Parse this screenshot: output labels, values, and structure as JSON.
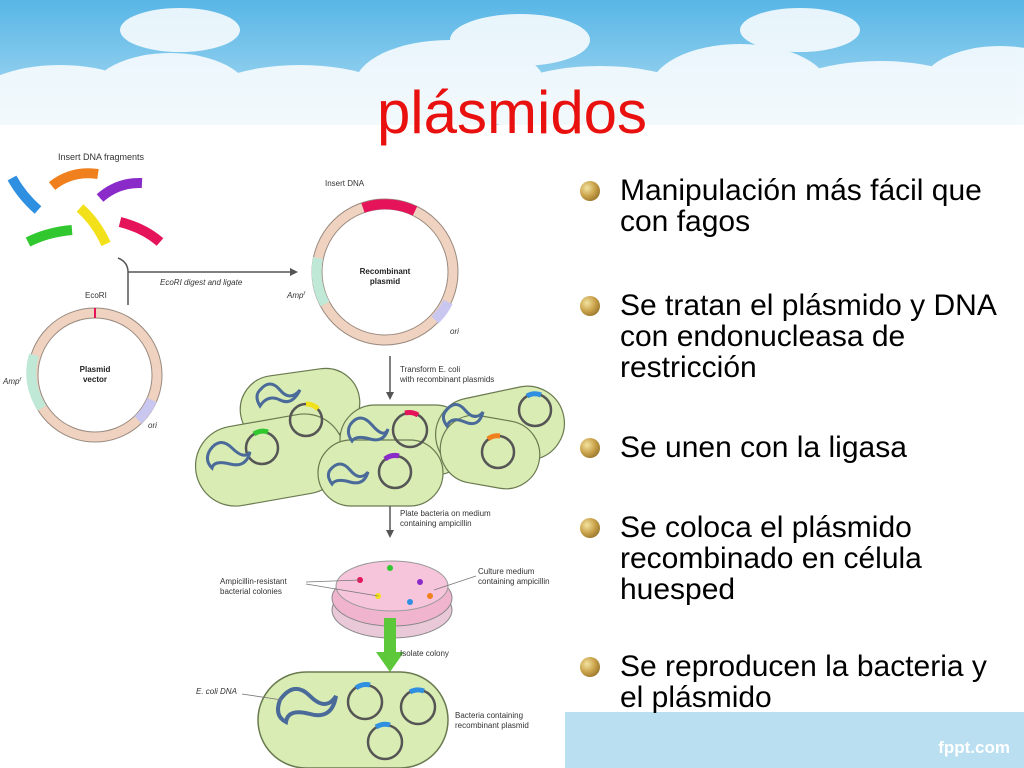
{
  "slide": {
    "title": "plásmidos",
    "brand": "fppt.com",
    "bullets": [
      "Manipulación más fácil que con fagos",
      "Se tratan el plásmido y DNA con endonucleasa de restricción",
      "Se unen con la ligasa",
      "Se coloca el plásmido recombinado en célula huesped",
      "Se reproducen la bacteria y el plásmido"
    ]
  },
  "diagram": {
    "insert_fragments_label": "Insert DNA fragments",
    "insert_dna_label": "Insert DNA",
    "digest_label": "EcoRI digest and ligate",
    "ecori_label": "EcoRI",
    "ampr_label": "Amp",
    "ampr_sup": "r",
    "ori_label": "ori",
    "plasmid_vector_line1": "Plasmid",
    "plasmid_vector_line2": "vector",
    "recombinant_line1": "Recombinant",
    "recombinant_line2": "plasmid",
    "transform_line1": "Transform E. coli",
    "transform_line2": "with recombinant plasmids",
    "plate_line1": "Plate bacteria on medium",
    "plate_line2": "containing ampicillin",
    "resistant_line1": "Ampicillin-resistant",
    "resistant_line2": "bacterial colonies",
    "medium_line1": "Culture medium",
    "medium_line2": "containing ampicillin",
    "isolate_label": "Isolate colony",
    "ecoli_dna_label": "E. coli DNA",
    "containing_line1": "Bacteria containing",
    "containing_line2": "recombinant plasmid"
  },
  "colors": {
    "title": "#e8110f",
    "fragments": [
      "#2f8fe0",
      "#f07f1e",
      "#8a2bc9",
      "#f2e11a",
      "#31c72e",
      "#e4135a"
    ],
    "bacterium": "#d9ecb4",
    "plasmid_ring": "#efd3c0",
    "amp_segment": "#bfe8d6",
    "ori_segment": "#c9c6f0",
    "insert_segment": "#e4135a",
    "plate": "#f1b4cf",
    "isolate_arrow": "#5cc83a"
  }
}
